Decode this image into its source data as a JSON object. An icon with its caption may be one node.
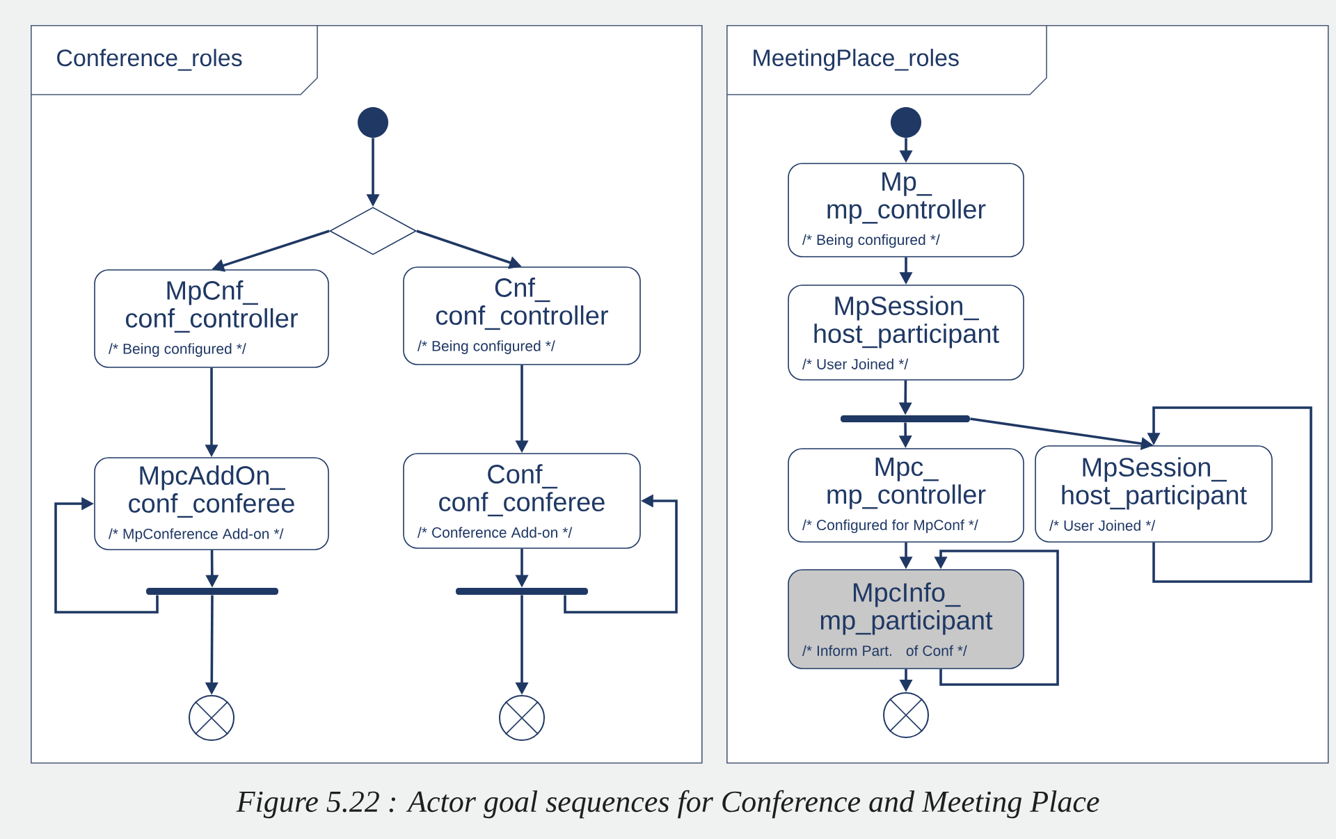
{
  "diagram": {
    "caption": "Figure 5.22 :  Actor goal sequences for Conference and Meeting Place",
    "nodes": [
      {
        "text": [
          "Conference_roles"
        ]
      },
      {
        "text": [],
        "shape": "circle",
        "in": 0
      },
      {
        "text": [],
        "shape": "diamond",
        "in": 0
      },
      {
        "text": [
          "MpCnf_ conf_controller",
          "/* Being configured */"
        ],
        "in": 0
      },
      {
        "text": [
          "Cnf_ conf_controller",
          "/* Being configured */"
        ],
        "in": 0
      },
      {
        "text": [
          "MpcAddOn_ conf_conferee",
          "/* MpConference Add-on */"
        ],
        "in": 0
      },
      {
        "text": [
          "Conf_ conf_conferee",
          "/* Conference Add-on */"
        ],
        "in": 0
      },
      {
        "text": [],
        "shape": "bar",
        "in": 0
      },
      {
        "text": [],
        "shape": "bar",
        "in": 0
      },
      {
        "text": [],
        "shape": "circle",
        "in": 0
      },
      {
        "text": [],
        "shape": "circle",
        "in": 0
      },
      {
        "text": [
          "MeetingPlace_roles"
        ]
      },
      {
        "text": [],
        "shape": "circle",
        "in": 11
      },
      {
        "text": [
          "Mp_ mp_controller",
          "/* Being configured */"
        ],
        "in": 11
      },
      {
        "text": [
          "MpSession_ host_participant",
          "/* User Joined */"
        ],
        "in": 11
      },
      {
        "text": [],
        "shape": "bar",
        "in": 11
      },
      {
        "text": [
          "Mpc_ mp_controller",
          "/* Configured for MpConf */"
        ],
        "in": 11
      },
      {
        "text": [
          "MpSession_ host_participant",
          "/* User Joined */"
        ],
        "in": 11
      },
      {
        "text": [
          "MpcInfo_ mp_participant",
          "/* Inform Part. of Conf */"
        ],
        "in": 11
      },
      {
        "text": [],
        "shape": "circle",
        "in": 11
      }
    ],
    "edges": [
      {
        "from": 1,
        "to": 2,
        "arrow": "to"
      },
      {
        "from": 2,
        "to": 3,
        "arrow": "to"
      },
      {
        "from": 2,
        "to": 4,
        "arrow": "to"
      },
      {
        "from": 3,
        "to": 5,
        "arrow": "to"
      },
      {
        "from": 4,
        "to": 6,
        "arrow": "to"
      },
      {
        "from": 5,
        "to": 7,
        "arrow": "to"
      },
      {
        "from": 7,
        "to": 5,
        "arrow": "to"
      },
      {
        "from": 7,
        "to": 9,
        "arrow": "to"
      },
      {
        "from": 6,
        "to": 8,
        "arrow": "to"
      },
      {
        "from": 8,
        "to": 6,
        "arrow": "to"
      },
      {
        "from": 8,
        "to": 10,
        "arrow": "to"
      },
      {
        "from": 12,
        "to": 13,
        "arrow": "to"
      },
      {
        "from": 13,
        "to": 14,
        "arrow": "to"
      },
      {
        "from": 14,
        "to": 15,
        "arrow": "to"
      },
      {
        "from": 15,
        "to": 16,
        "arrow": "to"
      },
      {
        "from": 15,
        "to": 17,
        "arrow": "to"
      },
      {
        "from": 17,
        "to": 17,
        "arrow": "to"
      },
      {
        "from": 16,
        "to": 18,
        "arrow": "to"
      },
      {
        "from": 18,
        "to": 18,
        "arrow": "to"
      },
      {
        "from": 18,
        "to": 19,
        "arrow": "to"
      }
    ]
  }
}
